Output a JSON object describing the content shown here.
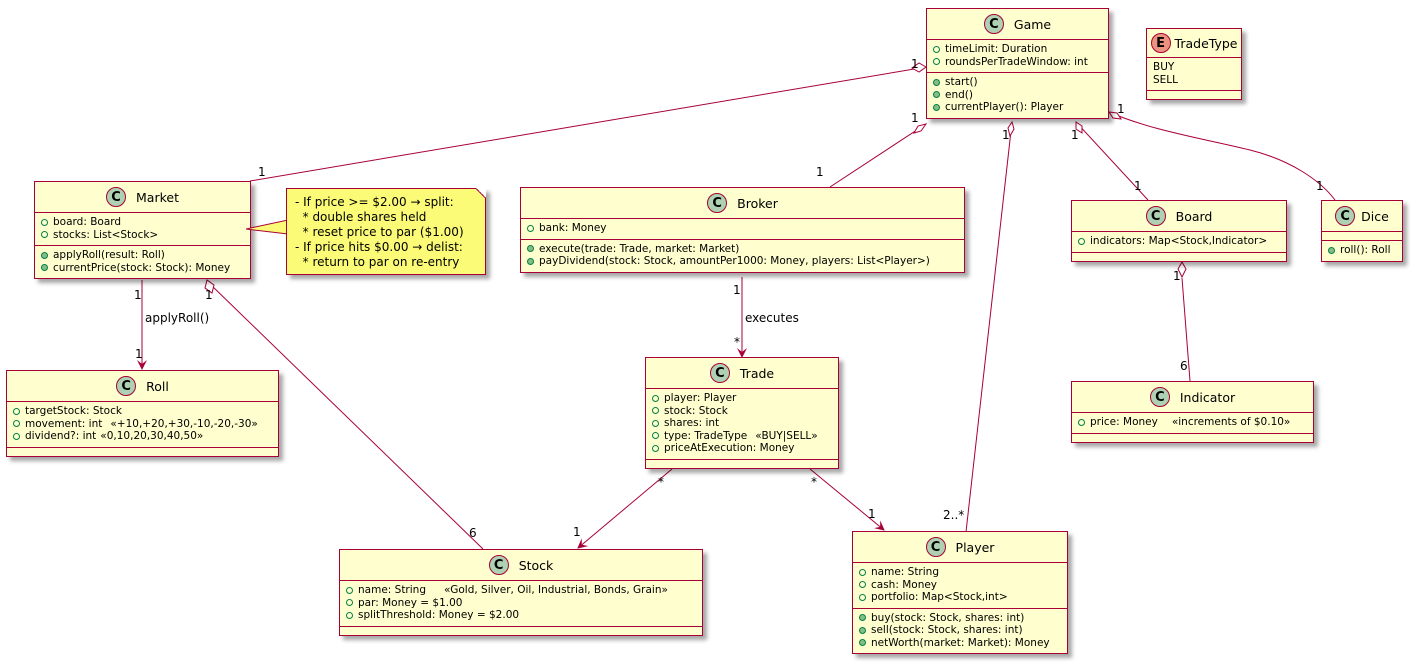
{
  "classes": {
    "game": {
      "name": "Game",
      "kind": "C",
      "fields": [
        "timeLimit: Duration",
        "roundsPerTradeWindow: int"
      ],
      "methods": [
        "start()",
        "end()",
        "currentPlayer(): Player"
      ]
    },
    "tradetype": {
      "name": "TradeType",
      "kind": "E",
      "values": [
        "BUY",
        "SELL"
      ]
    },
    "market": {
      "name": "Market",
      "kind": "C",
      "fields": [
        "board: Board",
        "stocks: List<Stock>"
      ],
      "methods": [
        "applyRoll(result: Roll)",
        "currentPrice(stock: Stock): Money"
      ]
    },
    "broker": {
      "name": "Broker",
      "kind": "C",
      "fields": [
        "bank: Money"
      ],
      "methods": [
        "execute(trade: Trade, market: Market)",
        "payDividend(stock: Stock, amountPer1000: Money, players: List<Player>)"
      ]
    },
    "board": {
      "name": "Board",
      "kind": "C",
      "fields": [
        "indicators: Map<Stock,Indicator>"
      ],
      "methods": []
    },
    "dice": {
      "name": "Dice",
      "kind": "C",
      "fields": [],
      "methods": [
        "roll(): Roll"
      ]
    },
    "roll": {
      "name": "Roll",
      "kind": "C",
      "fields": [
        {
          "text": "targetStock: Stock",
          "stereo": ""
        },
        {
          "text": "movement: int",
          "stereo": "«+10,+20,+30,-10,-20,-30»"
        },
        {
          "text": "dividend?: int",
          "stereo": "«0,10,20,30,40,50»"
        }
      ],
      "methods": []
    },
    "trade": {
      "name": "Trade",
      "kind": "C",
      "fields": [
        {
          "text": "player: Player",
          "stereo": ""
        },
        {
          "text": "stock: Stock",
          "stereo": ""
        },
        {
          "text": "shares: int",
          "stereo": ""
        },
        {
          "text": "type: TradeType",
          "stereo": "«BUY|SELL»"
        },
        {
          "text": "priceAtExecution: Money",
          "stereo": ""
        }
      ],
      "methods": []
    },
    "indicator": {
      "name": "Indicator",
      "kind": "C",
      "fields": [
        {
          "text": "price: Money",
          "stereo": "«increments of $0.10»"
        }
      ],
      "methods": []
    },
    "stock": {
      "name": "Stock",
      "kind": "C",
      "fields": [
        {
          "text": "name: String",
          "stereo": "«Gold, Silver, Oil, Industrial, Bonds, Grain»"
        },
        {
          "text": "par: Money = $1.00",
          "stereo": ""
        },
        {
          "text": "splitThreshold: Money = $2.00",
          "stereo": ""
        }
      ],
      "methods": []
    },
    "player": {
      "name": "Player",
      "kind": "C",
      "fields": [
        "name: String",
        "cash: Money",
        "portfolio: Map<Stock,int>"
      ],
      "methods": [
        "buy(stock: Stock, shares: int)",
        "sell(stock: Stock, shares: int)",
        "netWorth(market: Market): Money"
      ]
    }
  },
  "note": {
    "text": "- If price >= $2.00 → split:\n  * double shares held\n  * reset price to par ($1.00)\n- If price hits $0.00 → delist:\n  * return to par on re-entry"
  },
  "relations": [
    {
      "id": "game-market",
      "from": "Game",
      "to": "Market",
      "type": "aggregation",
      "from_mult": "1",
      "to_mult": "1",
      "label": ""
    },
    {
      "id": "game-broker",
      "from": "Game",
      "to": "Broker",
      "type": "aggregation",
      "from_mult": "1",
      "to_mult": "1",
      "label": ""
    },
    {
      "id": "game-player",
      "from": "Game",
      "to": "Player",
      "type": "aggregation",
      "from_mult": "1",
      "to_mult": "2..*",
      "label": ""
    },
    {
      "id": "game-board",
      "from": "Game",
      "to": "Board",
      "type": "aggregation",
      "from_mult": "1",
      "to_mult": "1",
      "label": ""
    },
    {
      "id": "game-dice",
      "from": "Game",
      "to": "Dice",
      "type": "aggregation",
      "from_mult": "1",
      "to_mult": "1",
      "label": ""
    },
    {
      "id": "market-roll",
      "from": "Market",
      "to": "Roll",
      "type": "directed",
      "from_mult": "1",
      "to_mult": "1",
      "label": "applyRoll()"
    },
    {
      "id": "market-stock",
      "from": "Market",
      "to": "Stock",
      "type": "aggregation",
      "from_mult": "1",
      "to_mult": "6",
      "label": ""
    },
    {
      "id": "broker-trade",
      "from": "Broker",
      "to": "Trade",
      "type": "directed",
      "from_mult": "1",
      "to_mult": "*",
      "label": "executes"
    },
    {
      "id": "board-indicator",
      "from": "Board",
      "to": "Indicator",
      "type": "aggregation",
      "from_mult": "1",
      "to_mult": "6",
      "label": ""
    },
    {
      "id": "trade-stock",
      "from": "Trade",
      "to": "Stock",
      "type": "directed",
      "from_mult": "*",
      "to_mult": "1",
      "label": ""
    },
    {
      "id": "trade-player",
      "from": "Trade",
      "to": "Player",
      "type": "directed",
      "from_mult": "*",
      "to_mult": "1",
      "label": ""
    }
  ],
  "colors": {
    "class_fill": "#fefece",
    "border": "#a80036",
    "note_fill": "#fbfb77",
    "class_badge": "#add1b2",
    "enum_badge": "#eb937f",
    "method_dot": "#84be84",
    "field_ring": "#038048"
  }
}
